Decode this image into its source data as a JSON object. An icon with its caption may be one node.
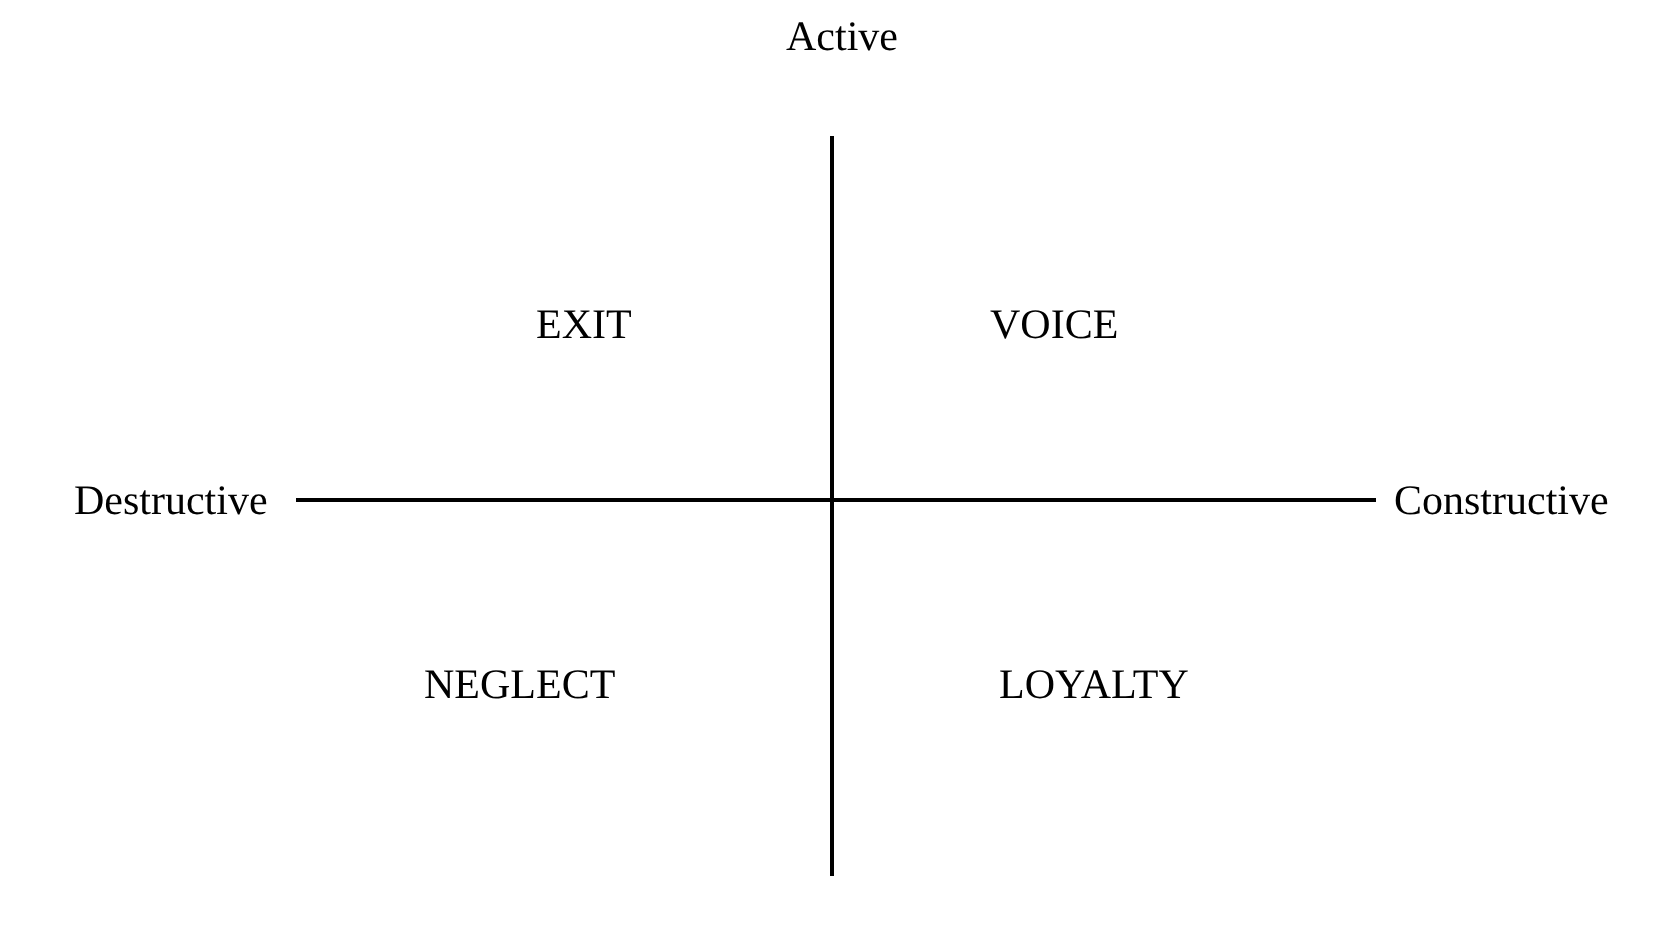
{
  "diagram": {
    "labels": [
      "Active",
      "EXIT",
      "VOICE",
      "Destructive",
      "Constructive",
      "NEGLECT",
      "LOYALTY"
    ]
  }
}
